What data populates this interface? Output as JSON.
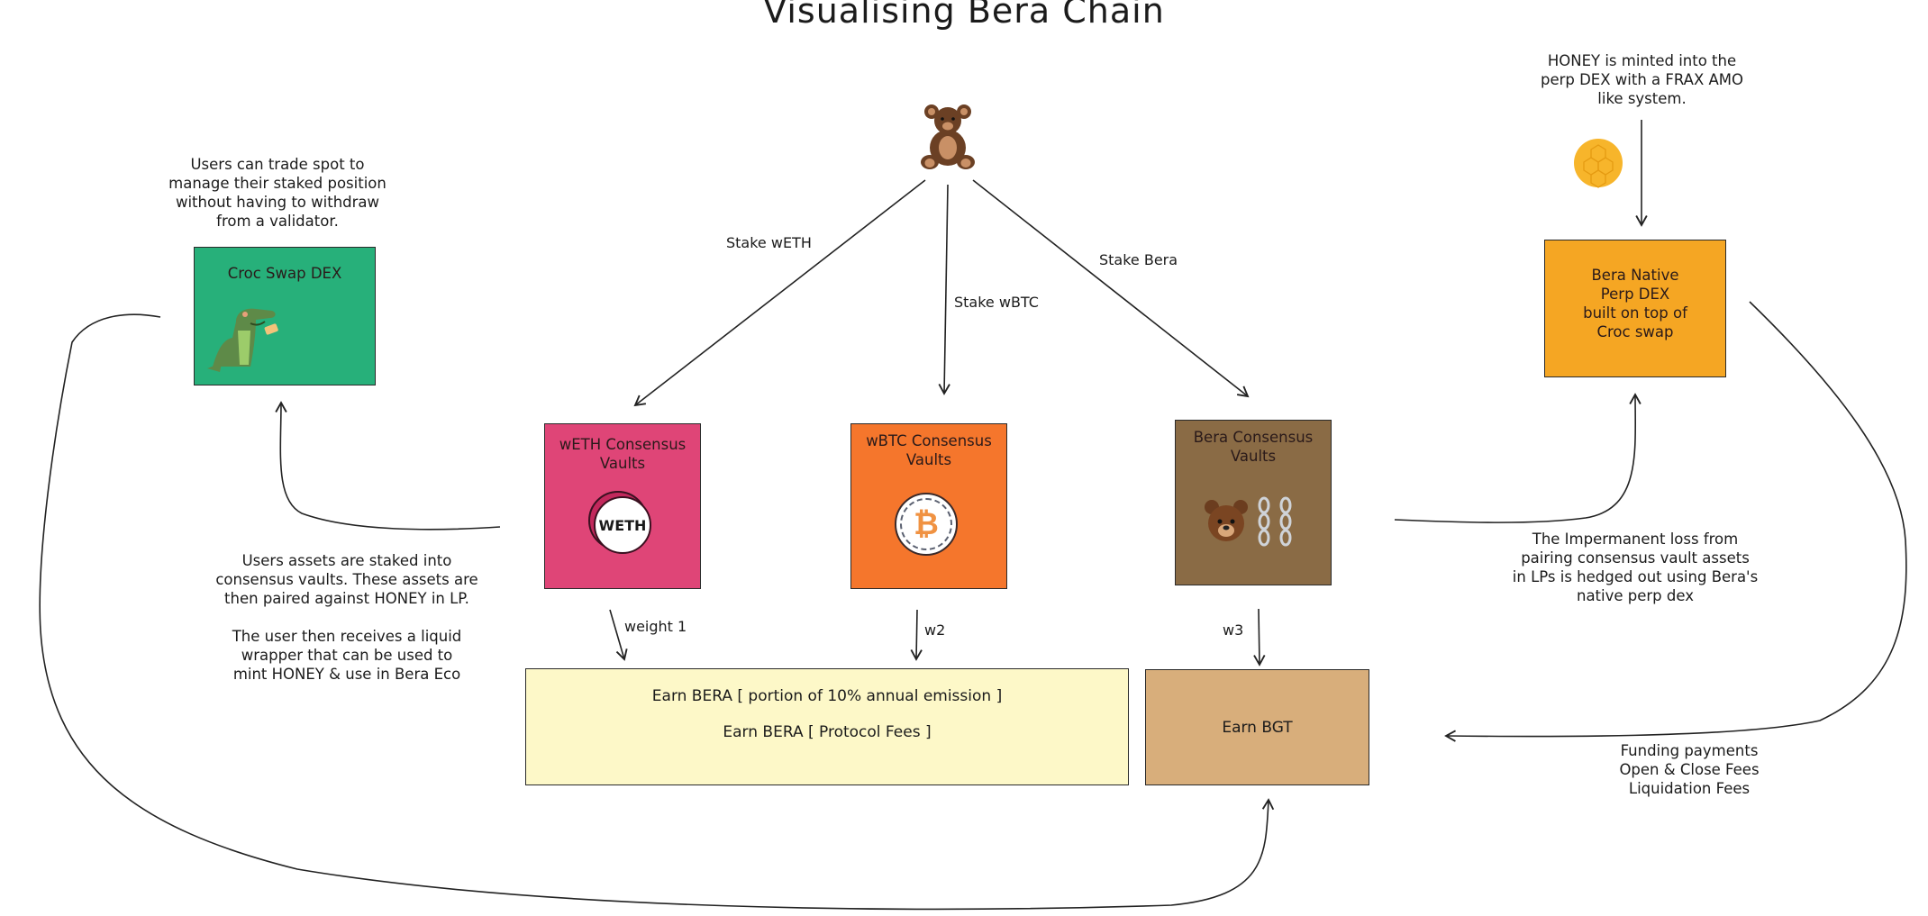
{
  "title": "Visualising Bera Chain",
  "colors": {
    "croc_swap": "#27b07a",
    "weth_vault": "#df4577",
    "wbtc_vault": "#f5762c",
    "bera_vault": "#8a6b45",
    "perp_dex": "#f5a623",
    "earn_bera": "#fdf8c8",
    "earn_bgt": "#d8ae7b"
  },
  "icons": {
    "bear": "teddy-bear-icon",
    "honeycomb": "honeycomb-icon",
    "crocodile": "crocodile-icon",
    "weth": "weth-coin-icon",
    "bitcoin": "bitcoin-coin-icon",
    "bear_face": "bear-face-icon",
    "chains": "chains-icon"
  },
  "notes": {
    "croc_trade": "Users can trade spot to\nmanage their staked position\nwithout having to withdraw\nfrom a validator.",
    "honey_minted": "HONEY is minted into the\nperp DEX with a FRAX AMO\nlike system.",
    "users_assets": "Users assets are staked into\nconsensus vaults. These assets are\nthen paired against HONEY in LP.\n\nThe user then receives a liquid\nwrapper that can be used to\nmint HONEY & use in Bera Eco",
    "impermanent_loss": "The Impermanent loss from\npairing consensus vault assets\nin LPs is hedged out using Bera's\nnative perp dex",
    "perp_fees": "Funding payments\nOpen & Close Fees\nLiquidation Fees"
  },
  "edges": {
    "stake_weth": "Stake wETH",
    "stake_wbtc": "Stake wBTC",
    "stake_bera": "Stake Bera",
    "weight_1": "weight 1",
    "w2": "w2",
    "w3": "w3"
  },
  "boxes": {
    "croc_swap": {
      "title": "Croc Swap DEX"
    },
    "perp_dex": {
      "title": "Bera Native\nPerp DEX\nbuilt on top of\nCroc swap"
    },
    "weth_vault": {
      "title": "wETH Consensus\nVaults",
      "coin_text": "WETH"
    },
    "wbtc_vault": {
      "title": "wBTC Consensus\nVaults",
      "coin_text": "₿"
    },
    "bera_vault": {
      "title": "Bera Consensus\nVaults",
      "emoji": "🐻⛓⛓"
    },
    "earn_bera": {
      "line1": "Earn BERA [ portion of 10% annual emission ]",
      "line2": "Earn BERA [ Protocol Fees ]"
    },
    "earn_bgt": {
      "title": "Earn BGT"
    }
  }
}
